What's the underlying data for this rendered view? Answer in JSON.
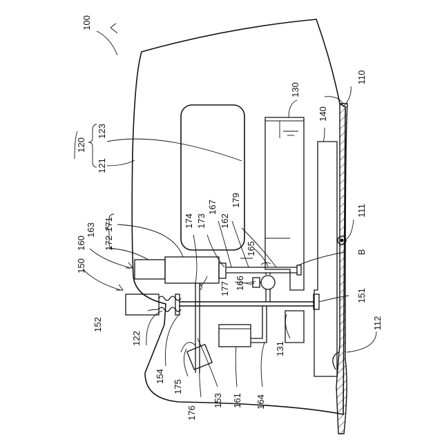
{
  "labels": {
    "figure": "100",
    "base": "110",
    "magnet_top": "111",
    "magnet_bottom": "112",
    "housing": "120",
    "outer_shell": "121",
    "inner_part": "122",
    "window": "123",
    "tank": "130",
    "post": "131",
    "plate": "140",
    "assembly_150": "150",
    "pin": "151",
    "knob": "152",
    "rod": "153",
    "spring": "154",
    "assembly_160": "160",
    "pump": "161",
    "pipe_162": "162",
    "group_163": "163",
    "tube_164": "164",
    "valve_165": "165",
    "check_166": "166",
    "node_167": "167",
    "sub_171": "171",
    "sub_172": "172",
    "line_173": "173",
    "line_174": "174",
    "node_175": "175",
    "block_176": "176",
    "lever_177": "177",
    "arm_179": "179",
    "detail_b": "B"
  }
}
